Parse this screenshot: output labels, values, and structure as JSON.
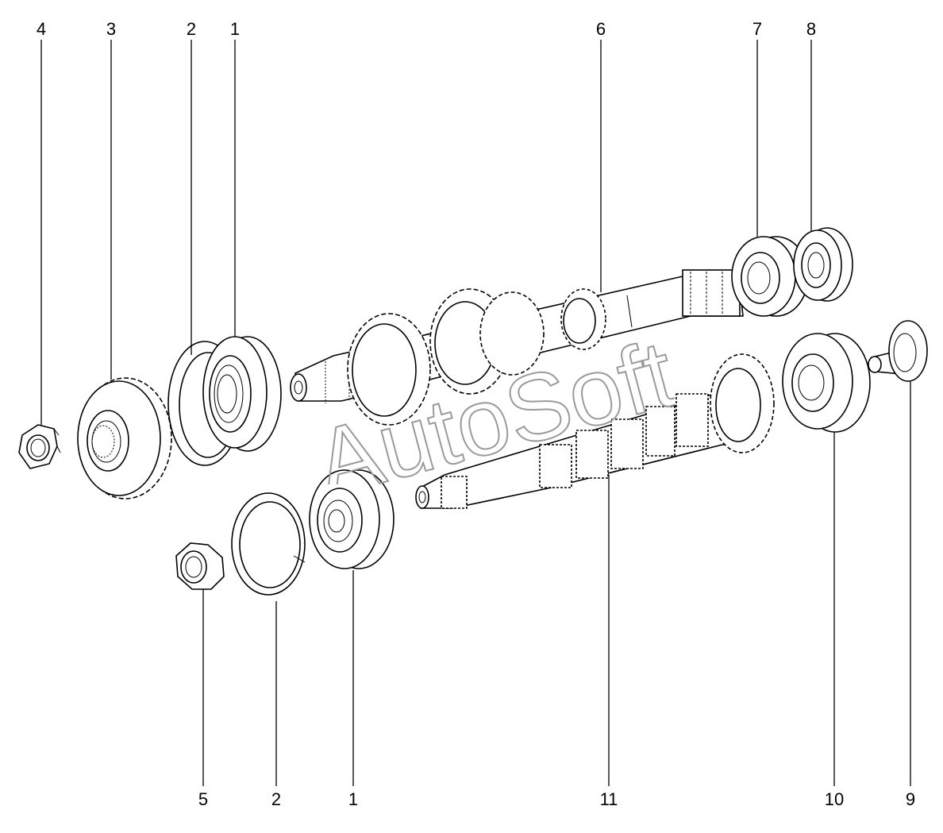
{
  "labels": {
    "top": [
      "4",
      "3",
      "2",
      "1",
      "6",
      "7",
      "8"
    ],
    "bottom": [
      "5",
      "2",
      "1",
      "11",
      "10",
      "9"
    ]
  },
  "watermark": "AutoSoft"
}
